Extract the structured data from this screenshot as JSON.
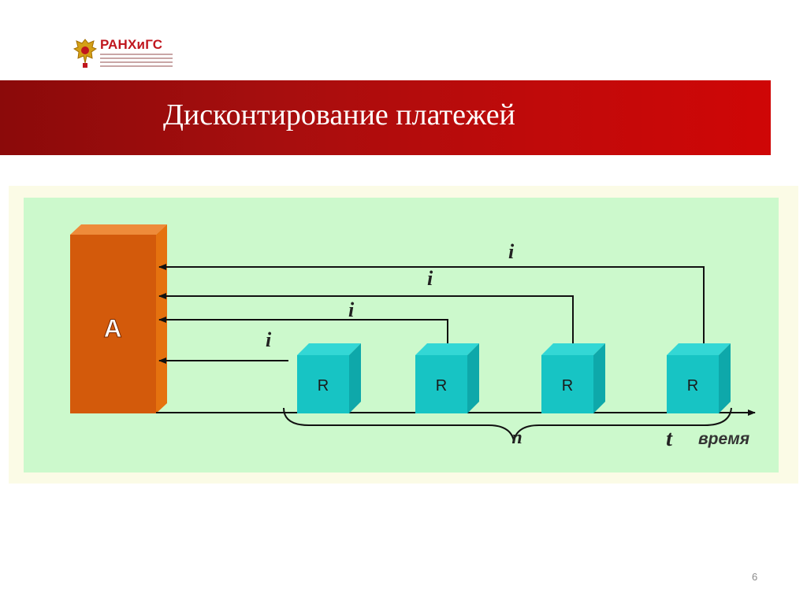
{
  "logo": {
    "name": "РАНХиГС"
  },
  "slide": {
    "title": "Дисконтирование платежей",
    "page_number": "6"
  },
  "diagram": {
    "block_label": "A",
    "payment_label": "R",
    "rate_label": "i",
    "period_label": "n",
    "time_label": "t",
    "axis_label": "время",
    "payments_count": 4,
    "colors": {
      "block_front": "#d35a0b",
      "block_side": "#e5720f",
      "block_top": "#ee8b3a",
      "cube_front": "#17c4c4",
      "cube_side": "#0ea8aa",
      "cube_top": "#33d7d5",
      "background": "#ccf9cc"
    }
  }
}
